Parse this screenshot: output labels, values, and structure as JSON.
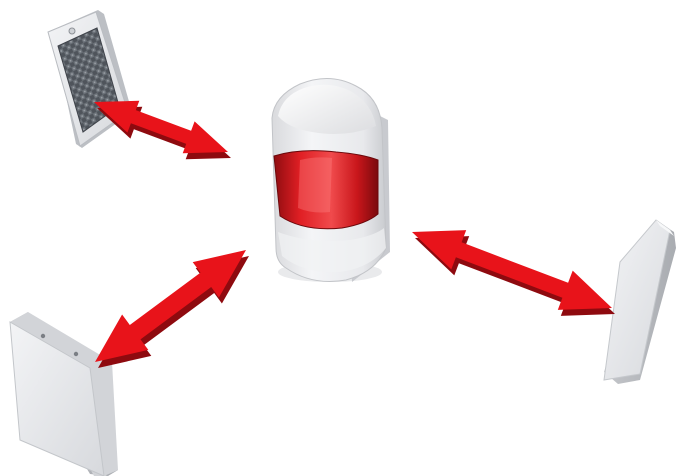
{
  "diagram": {
    "central_device": {
      "kind": "photoelectric-sensor",
      "body_color": "#ecedf0",
      "lens_color": "#d81a1e"
    },
    "reflectors": [
      {
        "kind": "prismatic-reflector",
        "position": "top-left",
        "face_color": "#545960"
      },
      {
        "kind": "plain-reflector",
        "position": "bottom-left",
        "face_color": "#e4e6e9"
      },
      {
        "kind": "plain-reflector",
        "position": "right",
        "face_color": "#e6e8eb"
      }
    ],
    "beams": [
      {
        "between": [
          "top-left",
          "sensor"
        ],
        "direction": "bidirectional"
      },
      {
        "between": [
          "bottom-left",
          "sensor"
        ],
        "direction": "bidirectional"
      },
      {
        "between": [
          "right",
          "sensor"
        ],
        "direction": "bidirectional"
      }
    ],
    "colors": {
      "arrow": "#e8131a",
      "arrow_shadow": "#8e0a0f",
      "background": "#ffffff"
    }
  }
}
